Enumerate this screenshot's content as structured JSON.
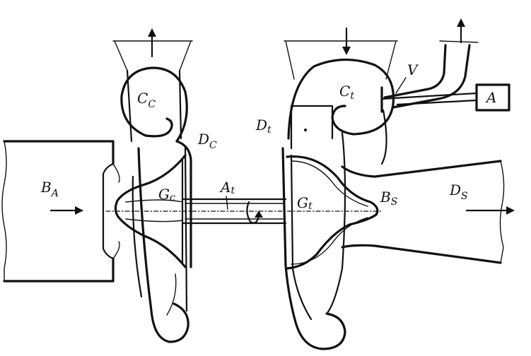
{
  "labels": {
    "compressor_volute": {
      "main": "C",
      "sub": "C"
    },
    "compressor_diffuser": {
      "main": "D",
      "sub": "C"
    },
    "air_filter": {
      "main": "B",
      "sub": "A"
    },
    "compressor_wheel": {
      "main": "G",
      "sub": "c"
    },
    "shaft": {
      "main": "A",
      "sub": "t"
    },
    "turbine_wheel": {
      "main": "G",
      "sub": "t"
    },
    "turbine_volute": {
      "main": "C",
      "sub": "t"
    },
    "turbine_diffuser": {
      "main": "D",
      "sub": "t"
    },
    "bypass_valve": {
      "main": "V"
    },
    "actuator_box": {
      "main": "A"
    },
    "exhaust_inlet": {
      "main": "B",
      "sub": "S"
    },
    "exhaust_outlet": {
      "main": "D",
      "sub": "S"
    }
  },
  "colors": {
    "ink": "#111111",
    "paper": "#ffffff"
  },
  "icons": {
    "compressor_outlet_arrow": "arrow-up-icon",
    "turbine_inlet_arrow": "arrow-down-icon",
    "wastegate_outlet_arrow": "arrow-up-icon",
    "intake_flow_arrow": "arrow-right-icon",
    "exhaust_flow_arrow": "arrow-right-icon",
    "rotation_arrow": "rotation-icon"
  }
}
